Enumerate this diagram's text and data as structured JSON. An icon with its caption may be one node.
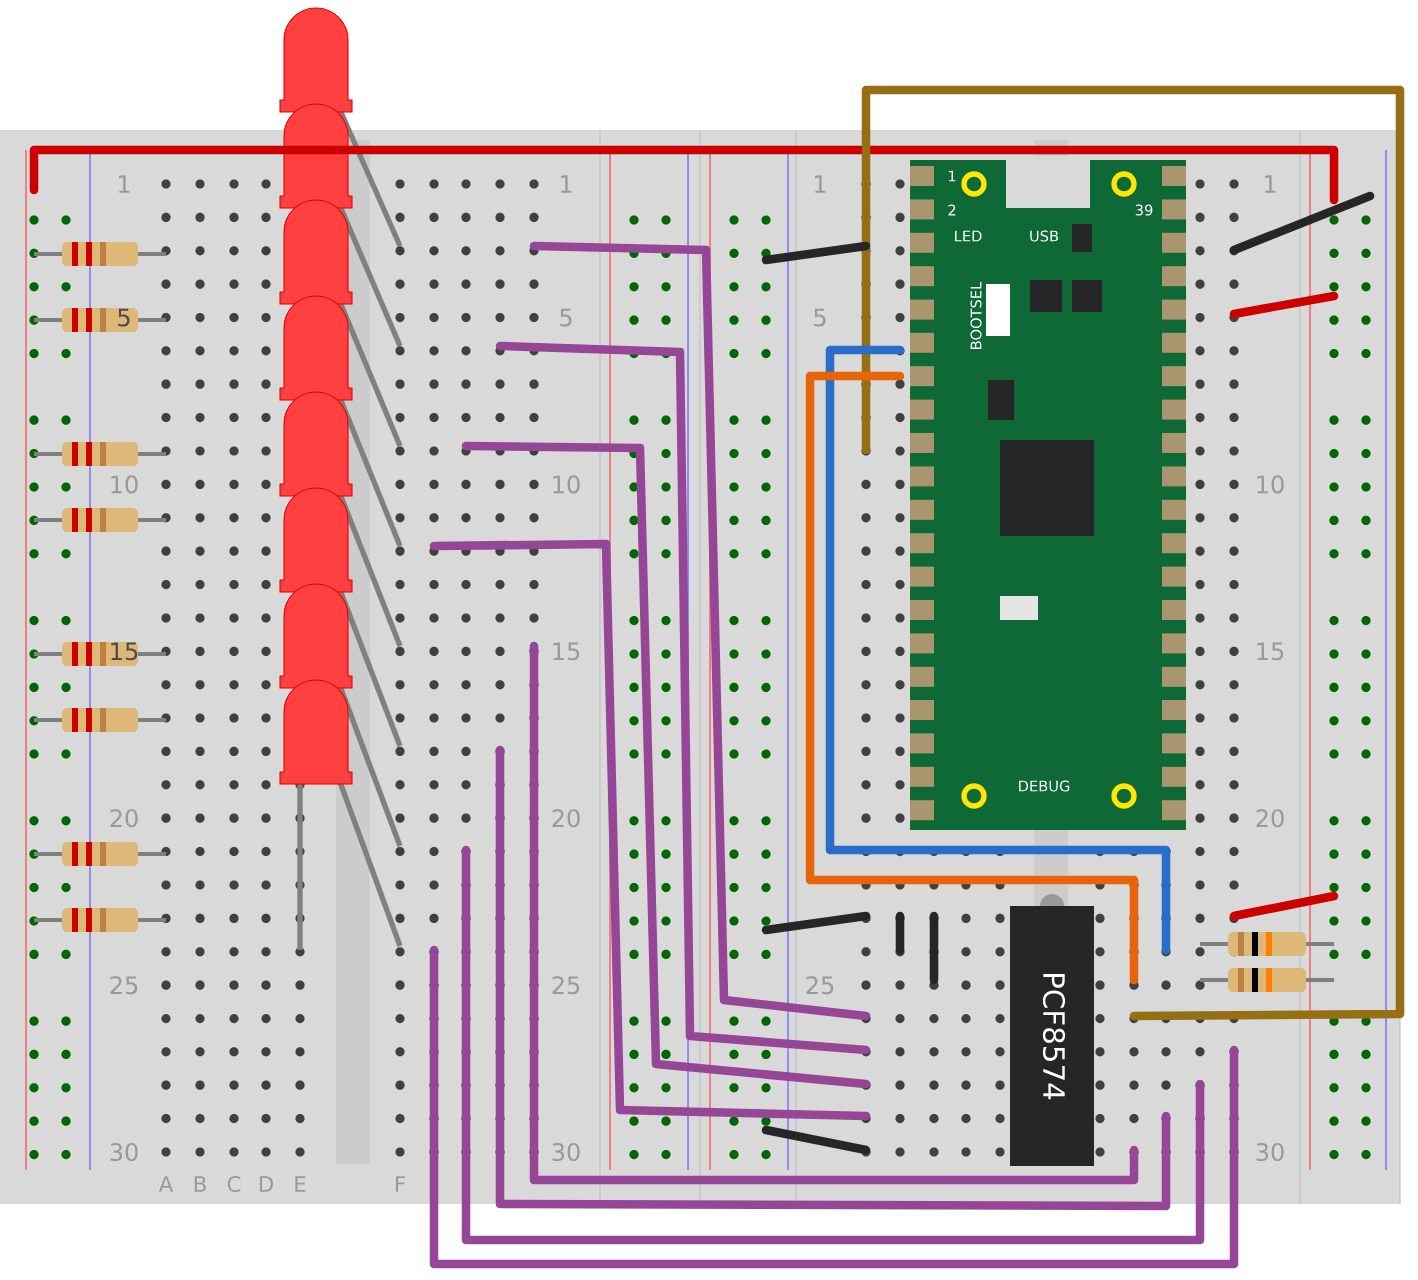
{
  "diagram": {
    "labels": [
      "1",
      "5",
      "10",
      "15",
      "20",
      "25",
      "30",
      "A",
      "B",
      "C",
      "D",
      "E",
      "F",
      "1",
      "5",
      "10",
      "15",
      "20",
      "25",
      "30",
      "1",
      "5",
      "25",
      "1",
      "10",
      "15",
      "20",
      "30",
      "1",
      "2",
      "39",
      "LED",
      "USB",
      "BOOTSEL",
      "DEBUG",
      "PCF8574"
    ]
  }
}
